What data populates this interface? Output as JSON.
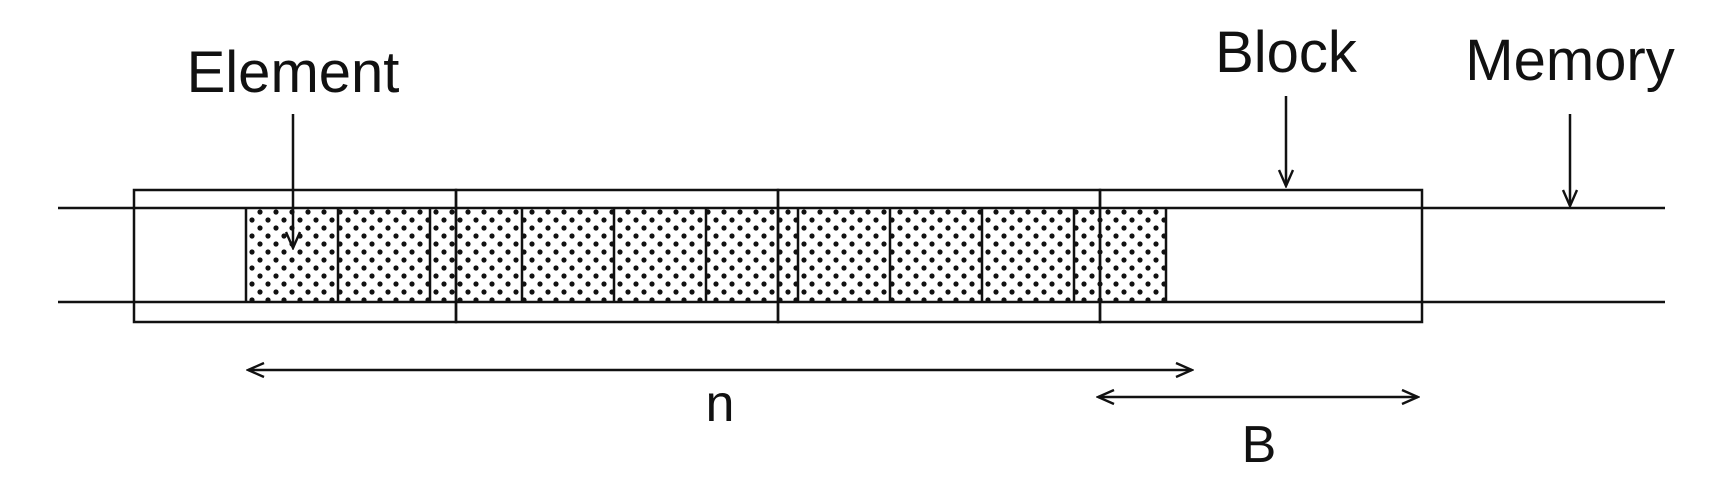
{
  "labels": {
    "element": "Element",
    "block": "Block",
    "memory": "Memory",
    "n": "n",
    "B": "B"
  },
  "structure": {
    "block_count": 4,
    "elements_per_block": 3.5,
    "filled_elements": 10,
    "pattern": "dotted"
  },
  "colors": {
    "stroke": "#111111",
    "dots": "#111111",
    "background": "#ffffff"
  }
}
